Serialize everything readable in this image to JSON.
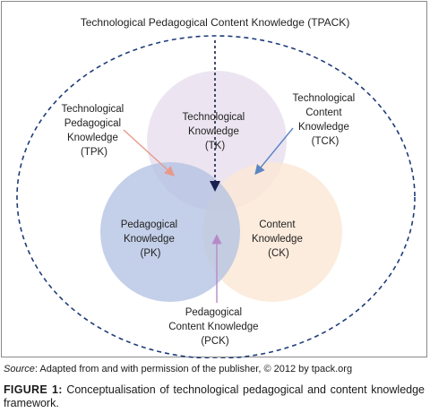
{
  "title": "Technological Pedagogical Content Knowledge (TPACK)",
  "circles": {
    "tk": {
      "lines": [
        "Technological",
        "Knowledge",
        "(TK)"
      ],
      "fill": "#e9e1ef"
    },
    "pk": {
      "lines": [
        "Pedagogical",
        "Knowledge",
        "(PK)"
      ],
      "fill": "#b4c3e3"
    },
    "ck": {
      "lines": [
        "Content",
        "Knowledge",
        "(CK)"
      ],
      "fill": "#fbe7d4"
    }
  },
  "intersections": {
    "tpk": {
      "lines": [
        "Technological",
        "Pedagogical",
        "Knowledge",
        "(TPK)"
      ],
      "arrow_color": "#e8998a"
    },
    "tck": {
      "lines": [
        "Technological",
        "Content",
        "Knowledge",
        "(TCK)"
      ],
      "arrow_color": "#5b86c5"
    },
    "pck": {
      "lines": [
        "Pedagogical",
        "Content Knowledge",
        "(PCK)"
      ],
      "arrow_color": "#b58ac8"
    }
  },
  "colors": {
    "outer_dashed": "#1e3c78",
    "center_arrow": "#1a1f4f"
  },
  "source": {
    "label": "Source",
    "text": ": Adapted from and with permission of the publisher, © 2012 by tpack.org"
  },
  "caption": {
    "label": "FIGURE 1:",
    "text": " Conceptualisation of technological pedagogical and content knowledge framework."
  }
}
